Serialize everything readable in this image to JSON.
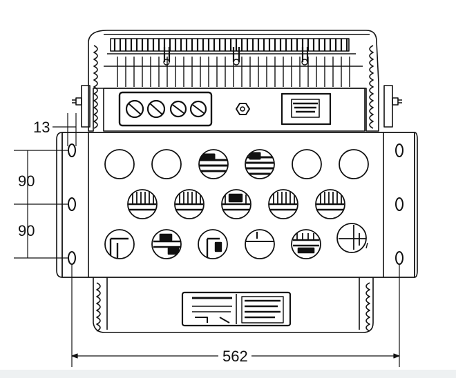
{
  "diagram": {
    "dimensions": {
      "left_offset": "13",
      "upper_spacing": "90",
      "lower_spacing": "90",
      "overall_width": "562"
    },
    "colors": {
      "line": "#111111",
      "background": "#ffffff",
      "footer": "#eef1f2"
    }
  }
}
